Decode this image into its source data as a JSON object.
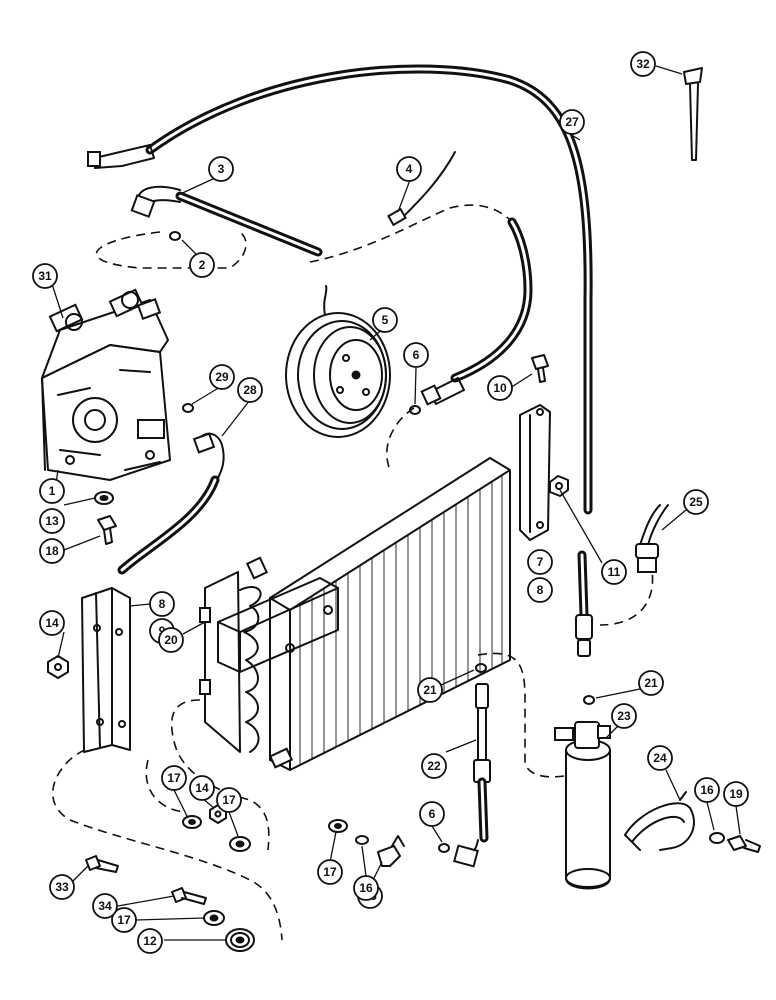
{
  "callouts": [
    {
      "id": "c1",
      "label": "1"
    },
    {
      "id": "c2",
      "label": "2"
    },
    {
      "id": "c3",
      "label": "3"
    },
    {
      "id": "c4",
      "label": "4"
    },
    {
      "id": "c5",
      "label": "5"
    },
    {
      "id": "c6a",
      "label": "6"
    },
    {
      "id": "c6b",
      "label": "6"
    },
    {
      "id": "c7",
      "label": "7"
    },
    {
      "id": "c8a",
      "label": "8"
    },
    {
      "id": "c8b",
      "label": "8"
    },
    {
      "id": "c9",
      "label": "9"
    },
    {
      "id": "c10",
      "label": "10"
    },
    {
      "id": "c11",
      "label": "11"
    },
    {
      "id": "c12",
      "label": "12"
    },
    {
      "id": "c13",
      "label": "13"
    },
    {
      "id": "c14a",
      "label": "14"
    },
    {
      "id": "c14b",
      "label": "14"
    },
    {
      "id": "c15",
      "label": "15"
    },
    {
      "id": "c16a",
      "label": "16"
    },
    {
      "id": "c16b",
      "label": "16"
    },
    {
      "id": "c17a",
      "label": "17"
    },
    {
      "id": "c17b",
      "label": "17"
    },
    {
      "id": "c17c",
      "label": "17"
    },
    {
      "id": "c17d",
      "label": "17"
    },
    {
      "id": "c18",
      "label": "18"
    },
    {
      "id": "c19",
      "label": "19"
    },
    {
      "id": "c20",
      "label": "20"
    },
    {
      "id": "c21a",
      "label": "21"
    },
    {
      "id": "c21b",
      "label": "21"
    },
    {
      "id": "c22",
      "label": "22"
    },
    {
      "id": "c23",
      "label": "23"
    },
    {
      "id": "c24",
      "label": "24"
    },
    {
      "id": "c25",
      "label": "25"
    },
    {
      "id": "c27",
      "label": "27"
    },
    {
      "id": "c28",
      "label": "28"
    },
    {
      "id": "c29",
      "label": "29"
    },
    {
      "id": "c31",
      "label": "31"
    },
    {
      "id": "c32",
      "label": "32"
    },
    {
      "id": "c33",
      "label": "33"
    },
    {
      "id": "c34",
      "label": "34"
    }
  ]
}
